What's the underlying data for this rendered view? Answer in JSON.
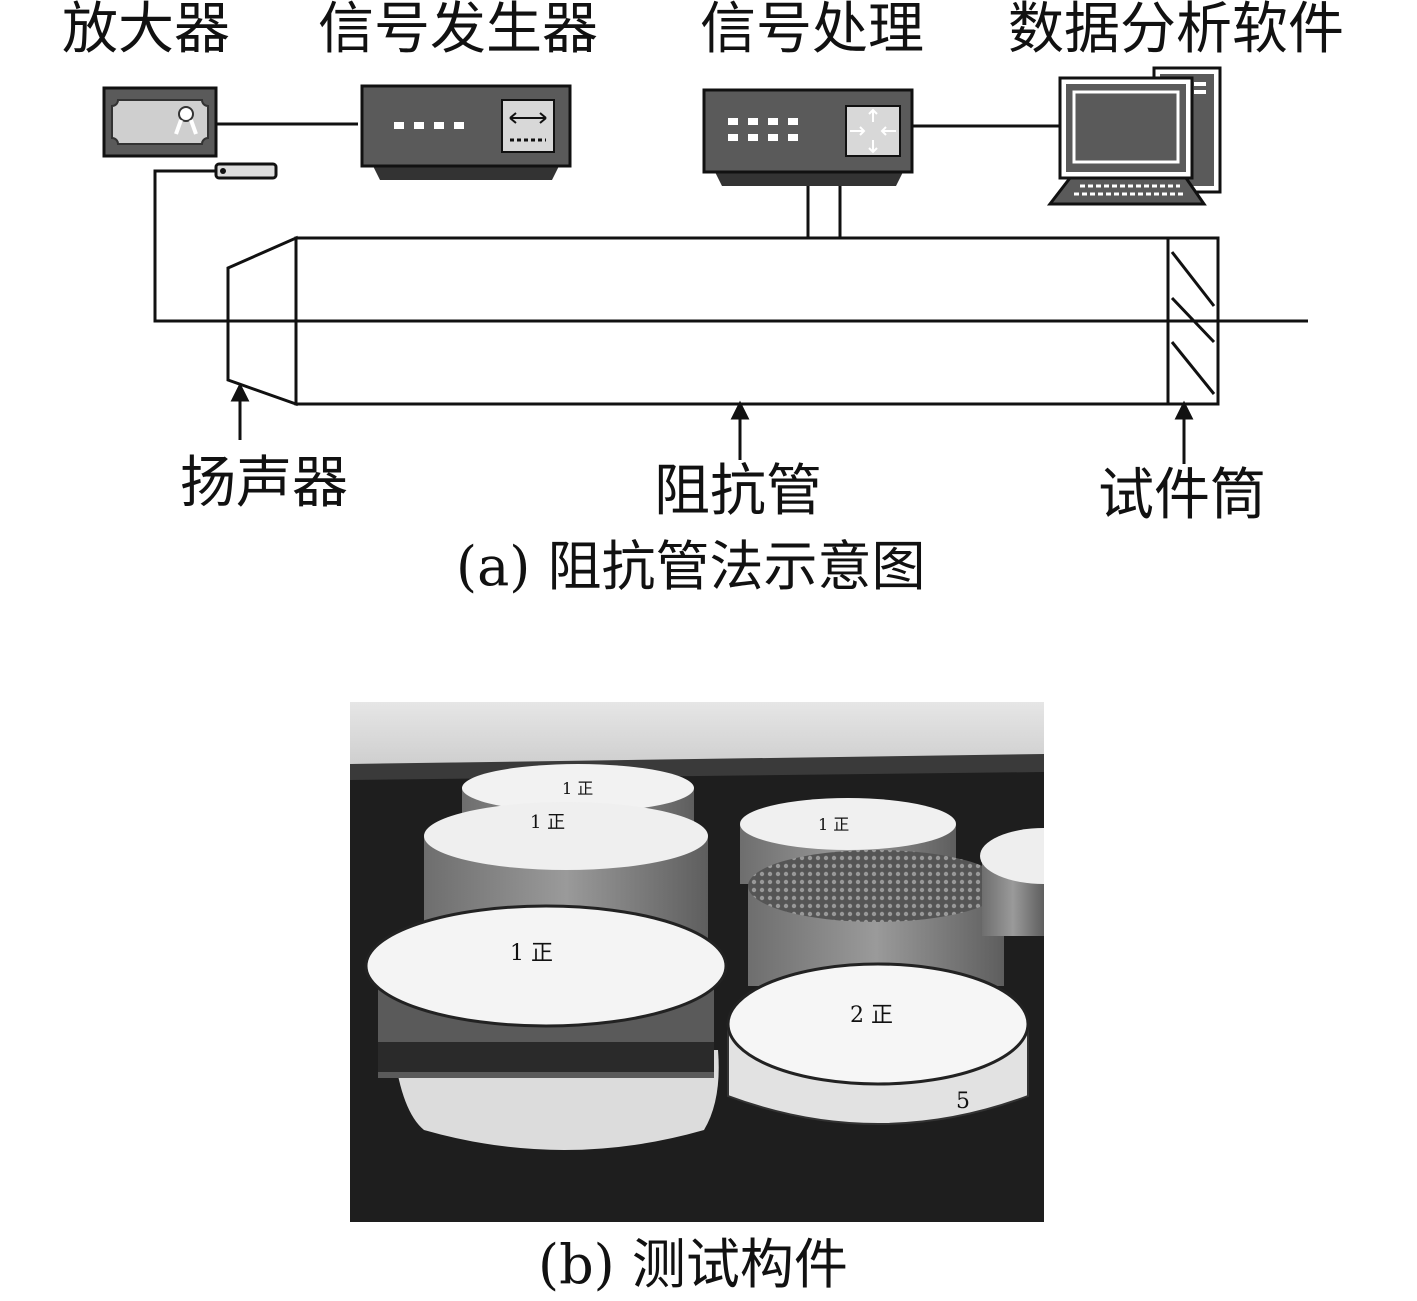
{
  "figure_a": {
    "devices": {
      "amplifier": "放大器",
      "signal_generator": "信号发生器",
      "signal_processing": "信号处理",
      "analysis_software": "数据分析软件"
    },
    "parts": {
      "speaker": "扬声器",
      "impedance_tube": "阻抗管",
      "specimen_tube": "试件筒"
    },
    "caption": "(a) 阻抗管法示意图"
  },
  "figure_b": {
    "caption": "(b) 测试构件",
    "sample_markings": [
      "1 正",
      "1 正",
      "1 正",
      "1 正",
      "2 正",
      "5"
    ]
  },
  "colors": {
    "device_fill": "#5a5a5a",
    "device_screen": "#d8d8d8",
    "line": "#111111"
  }
}
